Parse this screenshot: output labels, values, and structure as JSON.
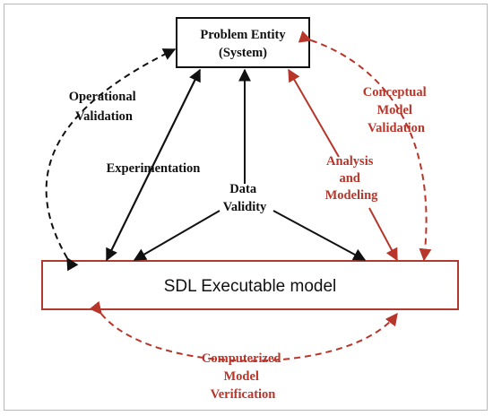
{
  "diagram": {
    "problem_entity": {
      "line1": "Problem Entity",
      "line2": "(System)"
    },
    "executable_model": "SDL Executable model",
    "labels": {
      "operational_validation": {
        "line1": "Operational",
        "line2": "Validation"
      },
      "experimentation": "Experimentation",
      "data_validity": {
        "line1": "Data",
        "line2": "Validity"
      },
      "analysis_modeling": {
        "line1": "Analysis",
        "line2": "and",
        "line3": "Modeling"
      },
      "conceptual_validation": {
        "line1": "Conceptual",
        "line2": "Model",
        "line3": "Validation"
      },
      "computerized_verification": {
        "line1": "Computerized",
        "line2": "Model",
        "line3": "Verification"
      }
    },
    "colors": {
      "black": "#111111",
      "red": "#b8352a",
      "box_border": "#b03a2e"
    }
  }
}
